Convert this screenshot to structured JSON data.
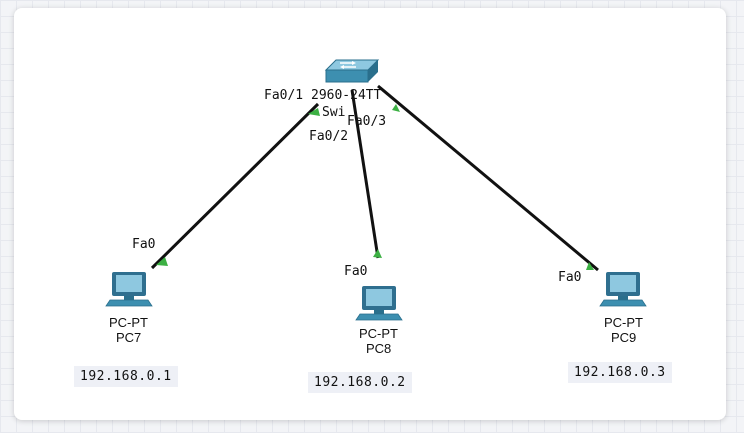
{
  "switch": {
    "model": "2960-24TT",
    "name": "Swi",
    "ports": {
      "pc7": "Fa0/1",
      "pc8": "Fa0/2",
      "pc9": "Fa0/3"
    }
  },
  "pcs": [
    {
      "type": "PC-PT",
      "name": "PC7",
      "port": "Fa0",
      "ip": "192.168.0.1"
    },
    {
      "type": "PC-PT",
      "name": "PC8",
      "port": "Fa0",
      "ip": "192.168.0.2"
    },
    {
      "type": "PC-PT",
      "name": "PC9",
      "port": "Fa0",
      "ip": "192.168.0.3"
    }
  ],
  "colors": {
    "link": "#111111",
    "link_up": "#3cb043",
    "switch_body": "#3d8fb0",
    "pc_body": "#2f6f8f"
  },
  "icons": [
    "switch-icon",
    "pc-icon"
  ]
}
